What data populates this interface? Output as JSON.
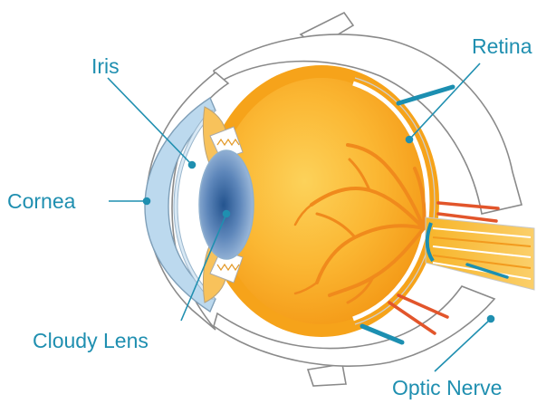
{
  "labels": {
    "iris": "Iris",
    "retina": "Retina",
    "cornea": "Cornea",
    "cloudy_lens": "Cloudy Lens",
    "optic_nerve": "Optic Nerve"
  },
  "colors": {
    "label_text": "#1f8fb0",
    "leader_line": "#1f8fb0",
    "eyeball": "#f6a31a",
    "eyeball_inner": "#fbc041",
    "sclera_outline": "#8a8a8a",
    "sclera_fill": "#ffffff",
    "cornea_fill": "#bcd9ee",
    "lens": "#5f87b8",
    "vessels": "#f08a1c",
    "arteries": "#e2552b",
    "muscle": "#1c8fb1"
  }
}
